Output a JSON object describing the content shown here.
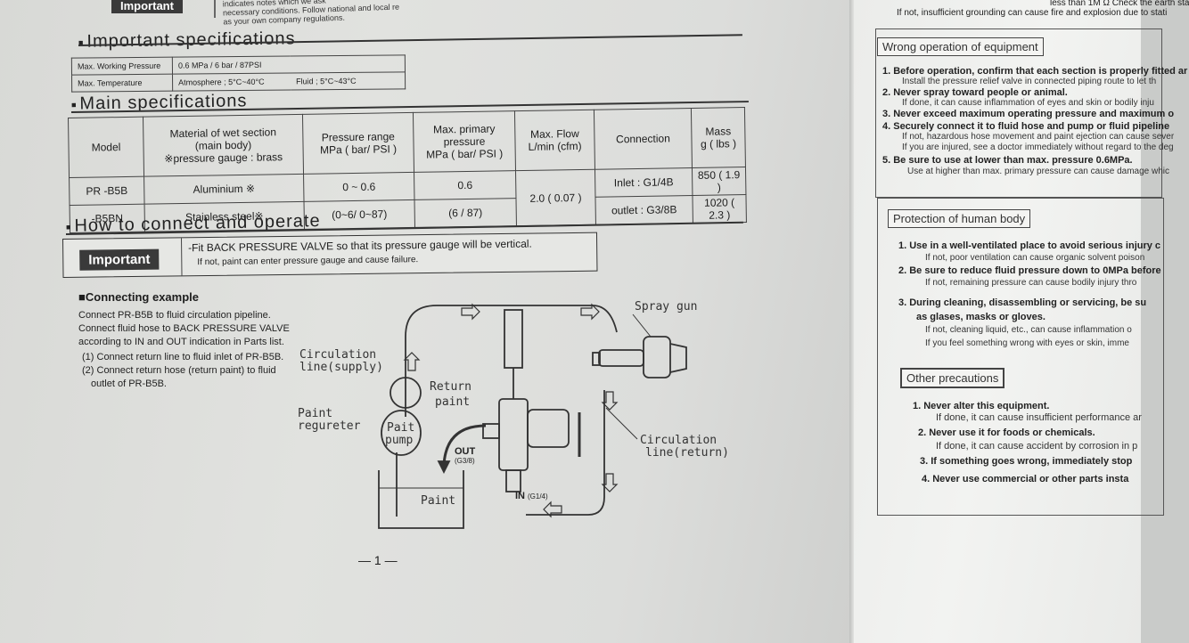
{
  "top": {
    "badge": "Important",
    "text1": "indicates notes which we ask",
    "text2": "necessary conditions.  Follow national and local re",
    "text3": "as your own company regulations."
  },
  "important_specs": {
    "title": "Important specifications",
    "rows": [
      {
        "label": "Max. Working Pressure",
        "value": "0.6 MPa / 6 bar / 87PSI",
        "extra": ""
      },
      {
        "label": "Max. Temperature",
        "value": "Atmosphere ; 5°C~40°C",
        "extra": "Fluid ; 5°C~43°C"
      }
    ]
  },
  "main_specs": {
    "title": "Main specifications",
    "headers": [
      "Model",
      "Material of wet section\n(main body)\n※pressure gauge : brass",
      "Pressure range\nMPa ( bar/ PSI )",
      "Max. primary\npressure\nMPa ( bar/ PSI )",
      "Max. Flow\nL/min (cfm)",
      "Connection",
      "Mass\ng ( lbs )"
    ],
    "model1": "PR -B5B",
    "model2": "-B5BN",
    "mat1": "Aluminium  ※",
    "mat2": "Stainless steel※",
    "range1": "0 ~ 0.6",
    "range2": "(0~6/ 0~87)",
    "primary1": "0.6",
    "primary2": "(6  /  87)",
    "flow": "2.0 ( 0.07 )",
    "conn1": "Inlet : G1/4B",
    "conn2": "outlet : G3/8B",
    "mass1": "850 ( 1.9 )",
    "mass2": "1020 ( 2.3 )"
  },
  "how_to": {
    "title": "How to connect and operate",
    "badge": "Important",
    "line1": "-Fit BACK PRESSURE VALVE so that its pressure gauge will be vertical.",
    "line2": "If not, paint can enter pressure gauge and cause failure."
  },
  "connecting": {
    "title": "Connecting example",
    "p1": "Connect  PR-B5B  to  fluid  circulation  pipeline.",
    "p2": "Connect fluid hose to BACK PRESSURE VALVE",
    "p3": "according to IN and OUT indication in Parts list.",
    "s1": "(1) Connect return line to fluid inlet of PR-B5B.",
    "s2": "(2) Connect return hose (return paint) to fluid",
    "s3": "outlet of PR-B5B."
  },
  "diagram": {
    "spray_gun": "Spray  gun",
    "circ_supply_1": "Circulation",
    "circ_supply_2": "line(supply)",
    "return_paint_1": "Return",
    "return_paint_2": "paint",
    "paint_reg_1": "Paint",
    "paint_reg_2": "regureter",
    "pump_1": "Pait",
    "pump_2": "pump",
    "out": "OUT",
    "out_size": "(G3/8)",
    "in": "IN",
    "in_size": "(G1/4)",
    "tank": "Paint",
    "circ_return_1": "Circulation",
    "circ_return_2": "line(return)"
  },
  "page_number": "— 1 —",
  "right": {
    "top1": "less than 1M Ω Check the earth sta",
    "top2": "If not, insufficient grounding can cause fire and explosion due to stati",
    "wrong_head": "Wrong operation of equipment",
    "wrong": [
      {
        "title": "1. Before operation, confirm that each section is properly fitted ar",
        "sub": "Install the pressure relief valve in connected piping route to let th"
      },
      {
        "title": "2. Never spray toward people or animal.",
        "sub": "If done, it can cause inflammation of eyes and skin or bodily inju"
      },
      {
        "title": "3. Never exceed maximum operating pressure and maximum o",
        "sub": ""
      },
      {
        "title": "4. Securely connect it to fluid hose and pump or fluid pipeline",
        "sub": "If not, hazardous hose movement and paint ejection can cause sever"
      },
      {
        "title": "",
        "sub": "If you are injured, see a doctor immediately without regard to the deg"
      },
      {
        "title": "5. Be sure to use at lower than max. pressure 0.6MPa.",
        "sub": "Use at higher than max. primary pressure can cause damage whic"
      }
    ],
    "human_head": "Protection of human body",
    "human": [
      {
        "title": "1. Use in a well-ventilated place to avoid serious injury c",
        "sub": "If not, poor ventilation can cause organic solvent poison"
      },
      {
        "title": "2. Be sure to reduce fluid pressure down to 0MPa before",
        "sub": "If not, remaining pressure can cause bodily injury thro"
      },
      {
        "title": "3. During cleaning, disassembling or servicing, be su",
        "sub": "as glases, masks or gloves."
      },
      {
        "title": "",
        "sub": "If not, cleaning liquid, etc., can cause inflammation o"
      },
      {
        "title": "",
        "sub": "If you feel something wrong with eyes or skin, imme"
      }
    ],
    "other_head": "Other precautions",
    "other": [
      {
        "title": "1. Never alter this equipment.",
        "sub": "If done, it can cause insufficient performance ar"
      },
      {
        "title": "2. Never use it for foods or chemicals.",
        "sub": "If done, it can cause accident by corrosion in p"
      },
      {
        "title": "3. If something goes wrong, immediately stop",
        "sub": ""
      },
      {
        "title": "4. Never use commercial or other parts insta",
        "sub": ""
      }
    ]
  }
}
